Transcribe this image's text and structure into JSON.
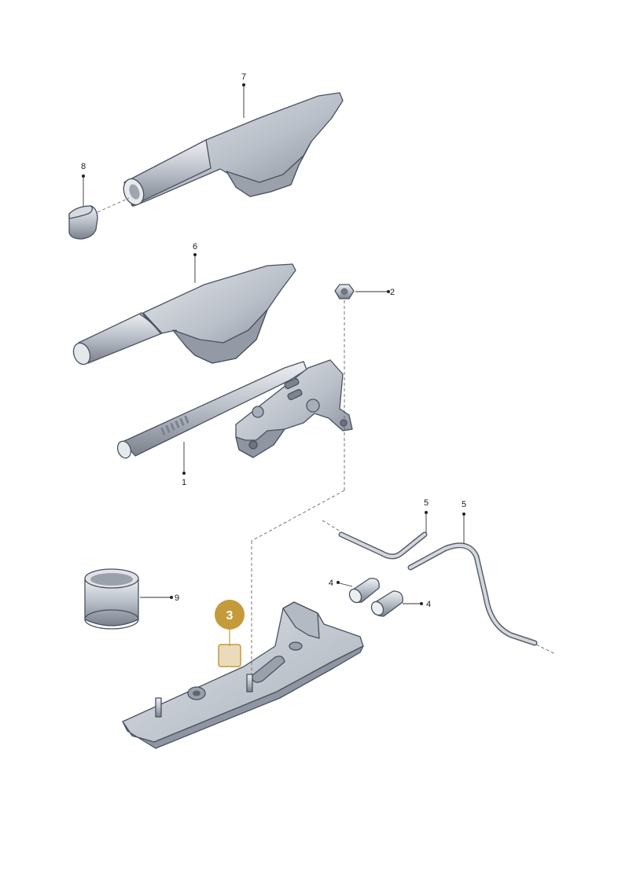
{
  "diagram": {
    "callouts": {
      "c1": "1",
      "c2": "2",
      "c3": "3",
      "c4a": "4",
      "c4b": "4",
      "c5a": "5",
      "c5b": "5",
      "c6": "6",
      "c7": "7",
      "c8": "8",
      "c9": "9"
    },
    "highlighted_part": "3",
    "colors": {
      "part_fill": "#c9ced6",
      "part_shadow": "#8b929d",
      "highlight": "#c49a3a"
    }
  }
}
